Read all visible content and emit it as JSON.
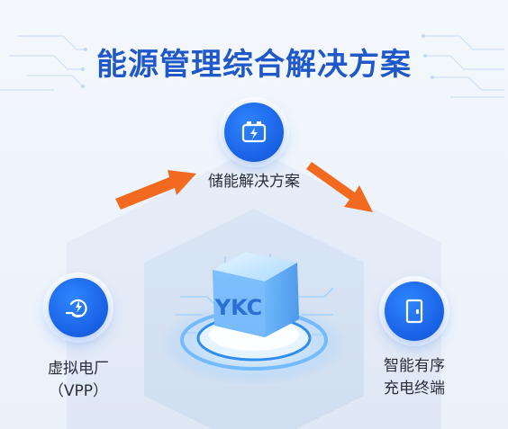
{
  "title": "能源管理综合解决方案",
  "nodes": {
    "storage": {
      "label": "储能解决方案",
      "icon": "battery-icon"
    },
    "vpp": {
      "label_line1": "虚拟电厂",
      "label_line2": "（VPP）",
      "icon": "hand-power-icon"
    },
    "charging": {
      "label_line1": "智能有序",
      "label_line2": "充电终端",
      "icon": "charger-icon"
    }
  },
  "center": {
    "logo_text": "YKC"
  },
  "colors": {
    "title": "#1f58c9",
    "accent_blue": "#1a63e6",
    "arrow_orange": "#f26a1f"
  }
}
